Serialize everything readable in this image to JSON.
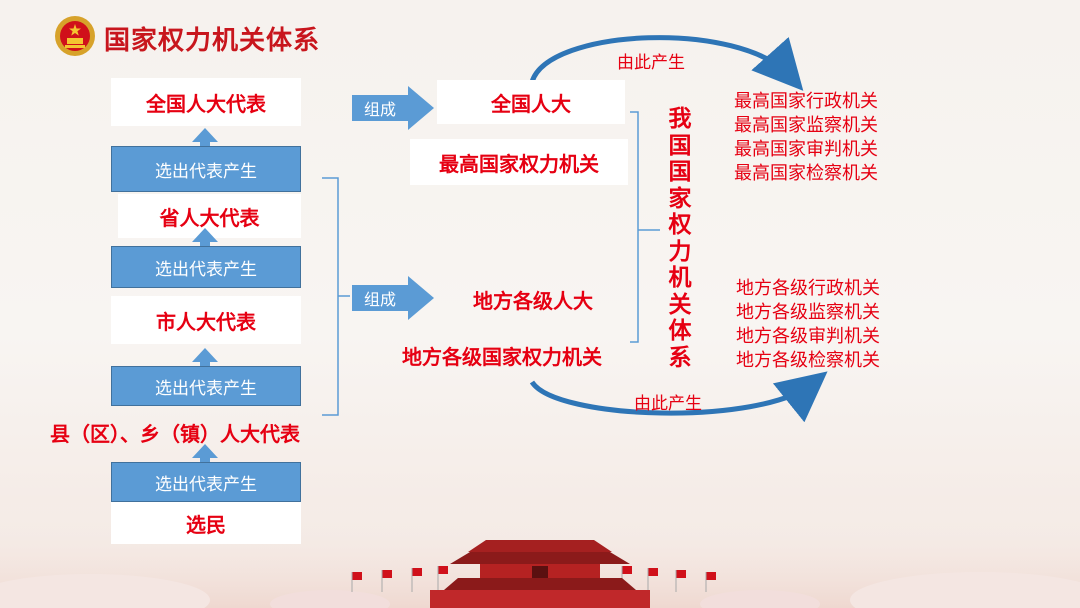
{
  "header": {
    "title": "国家权力机关体系"
  },
  "left_chain": {
    "national_rep": "全国人大代表",
    "provincial_rep": "省人大代表",
    "city_rep": "市人大代表",
    "county_rep": "县（区）、乡（镇）人大代表",
    "voters": "选民",
    "elect_label_1": "选出代表产生",
    "elect_label_2": "选出代表产生",
    "elect_label_3": "选出代表产生",
    "elect_label_4": "选出代表产生"
  },
  "compose": {
    "top_label": "组成",
    "bottom_label": "组成"
  },
  "middle": {
    "npc": "全国人大",
    "npc_desc": "最高国家权力机关",
    "local": "地方各级人大",
    "local_desc": "地方各级国家权力机关"
  },
  "system_title": "我国国家权力机关体系",
  "produce": {
    "top_label": "由此产生",
    "bottom_label": "由此产生"
  },
  "national_organs": [
    "最高国家行政机关",
    "最高国家监察机关",
    "最高国家审判机关",
    "最高国家检察机关"
  ],
  "local_organs": [
    "地方各级行政机关",
    "地方各级监察机关",
    "地方各级审判机关",
    "地方各级检察机关"
  ],
  "colors": {
    "red": "#e60012",
    "blue": "#5b9bd5",
    "title_red": "#c8161d"
  },
  "icons": {
    "emblem": "national-emblem-icon"
  }
}
